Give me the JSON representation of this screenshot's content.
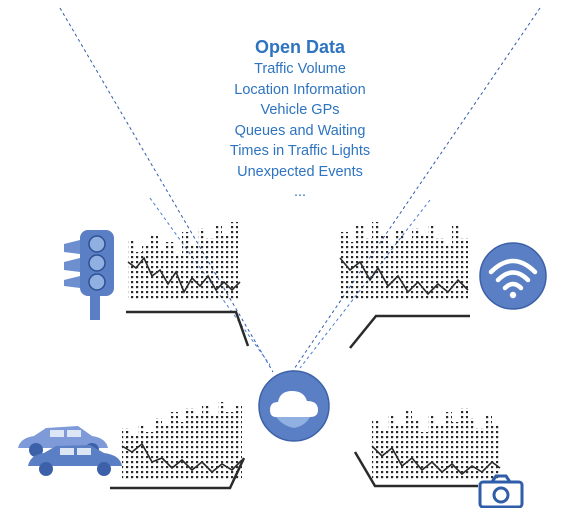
{
  "diagram": {
    "heading": "Open Data",
    "items": [
      "Traffic Volume",
      "Location Information",
      "Vehicle GPs",
      "Queues and Waiting",
      "Times in Traffic Lights",
      "Unexpected Events",
      "..."
    ],
    "icons": {
      "traffic_light": "traffic-light-icon",
      "wifi": "wifi-icon",
      "cloud": "cloud-icon",
      "cars": "cars-icon",
      "camera": "camera-icon"
    },
    "colors": {
      "accent": "#2e74c0",
      "icon_fill": "#5b7fc4",
      "icon_light": "#8fb0e0",
      "ink": "#2a2a2a",
      "dash_line": "#2f5da8"
    }
  }
}
